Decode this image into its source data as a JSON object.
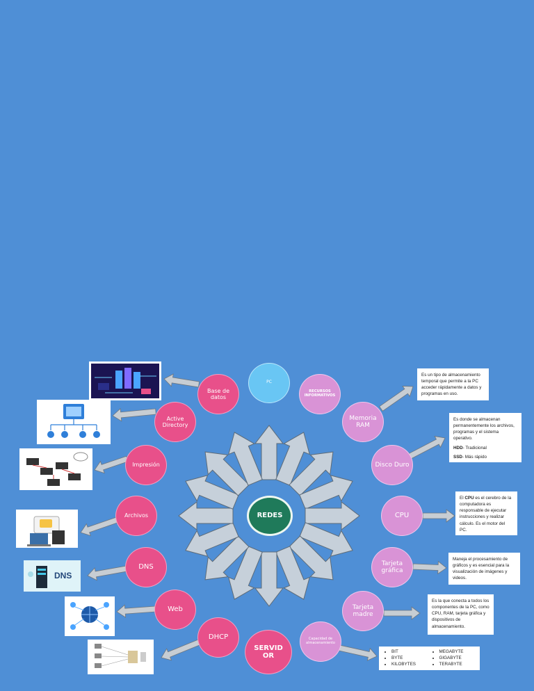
{
  "center": {
    "label": "REDES"
  },
  "nodes": {
    "pc": "PC",
    "recursos": "RECURSOS INFORMATIVOS",
    "memoria": "Memoria RAM",
    "disco": "Disco Duro",
    "cpu": "CPU",
    "tarjeta_grafica": "Tarjeta gráfica",
    "tarjeta_madre": "Tarjeta madre",
    "capacidad": "Capacidad de almacenamiento",
    "servidor": "SERVIDOR",
    "dhcp": "DHCP",
    "web": "Web",
    "dns": "DNS",
    "archivos": "Archivos",
    "impresion": "Impresión",
    "active_directory": "Active Directory",
    "base_datos": "Base de datos"
  },
  "cards": {
    "ram": "Es un tipo de almacenamiento temporal que permite a la PC acceder rápidamente a datos y programas en uso.",
    "disco": {
      "intro": "Es donde se almacenan permanentemente los archivos, programas y el sistema operativo.",
      "hdd_term": "HDD",
      "hdd_text": "- Tradicional",
      "ssd_term": "SSD",
      "ssd_text": "- Más rápido"
    },
    "cpu": {
      "pre": "El ",
      "term": "CPU",
      "post": " es el cerebro de la computadora es responsable de ejecutar instrucciones y realizar cálculo. Es el motor del PC."
    },
    "grafica": "Maneja el procesamiento de gráficos y es esencial para la visualización de imágenes y videos.",
    "madre": "Es la que conecta a todos los componentes de la PC, como CPU, RAM, tarjeta gráfica y dispositivos de almacenamiento.",
    "units_left": [
      "BIT",
      "BYTE",
      "KILOBYTES"
    ],
    "units_right": [
      "MEGABYTE",
      "GIGABYTE",
      "TERABYTE"
    ]
  },
  "images": {
    "dns_label": "DNS"
  }
}
